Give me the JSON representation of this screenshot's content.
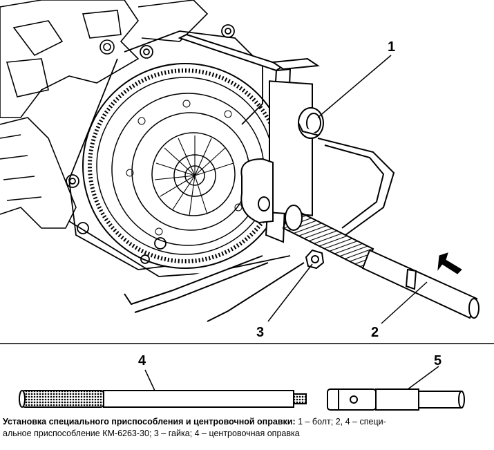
{
  "callouts": {
    "c1": "1",
    "c2": "2",
    "c3": "3",
    "c4": "4",
    "c5": "5"
  },
  "caption": {
    "title": "Установка специального приспособления и центровочной оправки:",
    "line1_rest": " 1 – болт; 2, 4 – специ-",
    "line2": "альное приспособление КМ-6263-30; 3 – гайка; 4 – центровочная оправка"
  },
  "colors": {
    "ink": "#000000",
    "paper": "#ffffff"
  }
}
